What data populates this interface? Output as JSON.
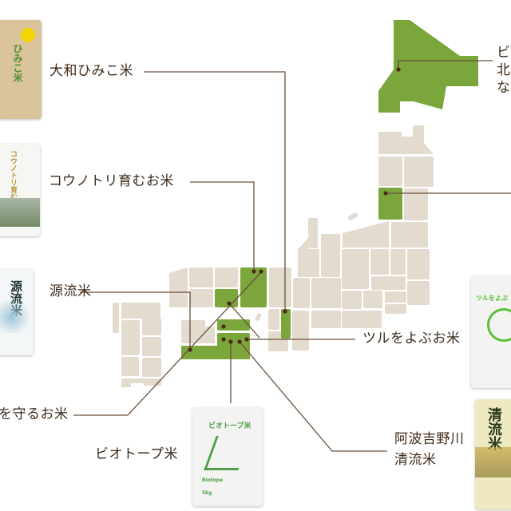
{
  "colors": {
    "highlight": "#7aa63c",
    "land": "#e4dbcf",
    "line": "#6b4f3a",
    "dot": "#4a2a14",
    "text": "#3d2a1a"
  },
  "labels": {
    "yamato_himiko": "大和ひみこ米",
    "kounotori": "コウノトリ育むお米",
    "genryu": "源流米",
    "mamoru": "を守るお米",
    "biotope": "ビオトープ米",
    "awa_line1": "阿波吉野川",
    "awa_line2": "清流米",
    "tsuru": "ツルをよぶお米",
    "hokkaido_line1": "ビ",
    "hokkaido_line2": "北",
    "hokkaido_line3": "な"
  },
  "bags": {
    "biotope_title": "ビオトープ米",
    "biotope_sub": "Biotope",
    "biotope_weight": "5kg",
    "tsuru_title": "ツルをよぶ",
    "seiryu_title": "清流米",
    "genryu_title": "源流米",
    "kounotori_title": "コウノトリ育むお米",
    "himiko_title": "ひみこ米"
  }
}
